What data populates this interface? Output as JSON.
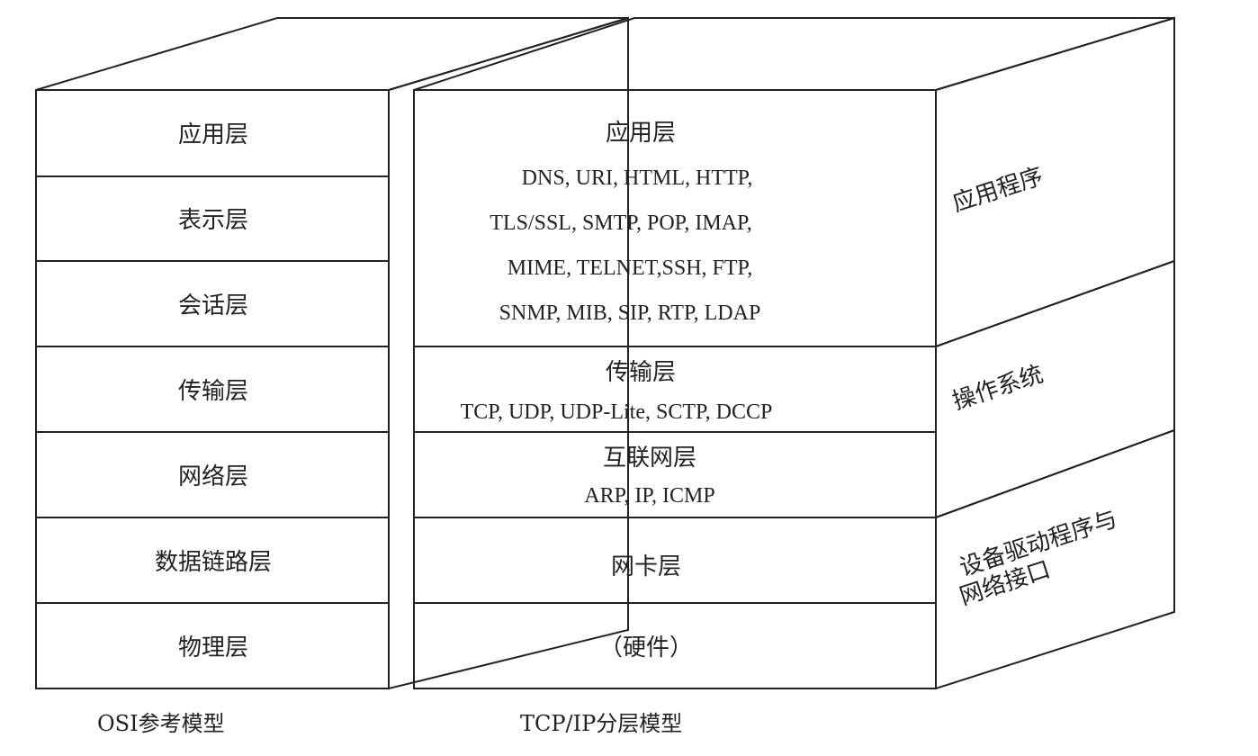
{
  "osi": {
    "caption": "OSI参考模型",
    "layers": [
      "应用层",
      "表示层",
      "会话层",
      "传输层",
      "网络层",
      "数据链路层",
      "物理层"
    ]
  },
  "tcpip": {
    "caption": "TCP/IP分层模型",
    "application": {
      "name": "应用层",
      "protocols": [
        "DNS, URI, HTML, HTTP,",
        "TLS/SSL, SMTP, POP, IMAP,",
        "MIME, TELNET,SSH, FTP,",
        "SNMP, MIB, SIP, RTP, LDAP"
      ]
    },
    "transport": {
      "name": "传输层",
      "protocols": "TCP, UDP, UDP-Lite, SCTP, DCCP"
    },
    "internet": {
      "name": "互联网层",
      "protocols": "ARP, IP, ICMP"
    },
    "link": {
      "name": "网卡层"
    },
    "hardware": {
      "name": "（硬件）"
    }
  },
  "side": {
    "applications": "应用程序",
    "os": "操作系统",
    "drivers_line1": "设备驱动程序与",
    "drivers_line2": "网络接口"
  },
  "colors": {
    "white": "#ffffff",
    "light": "#f1f1f1",
    "gray": "#d9d9d9",
    "line": "#222222"
  }
}
